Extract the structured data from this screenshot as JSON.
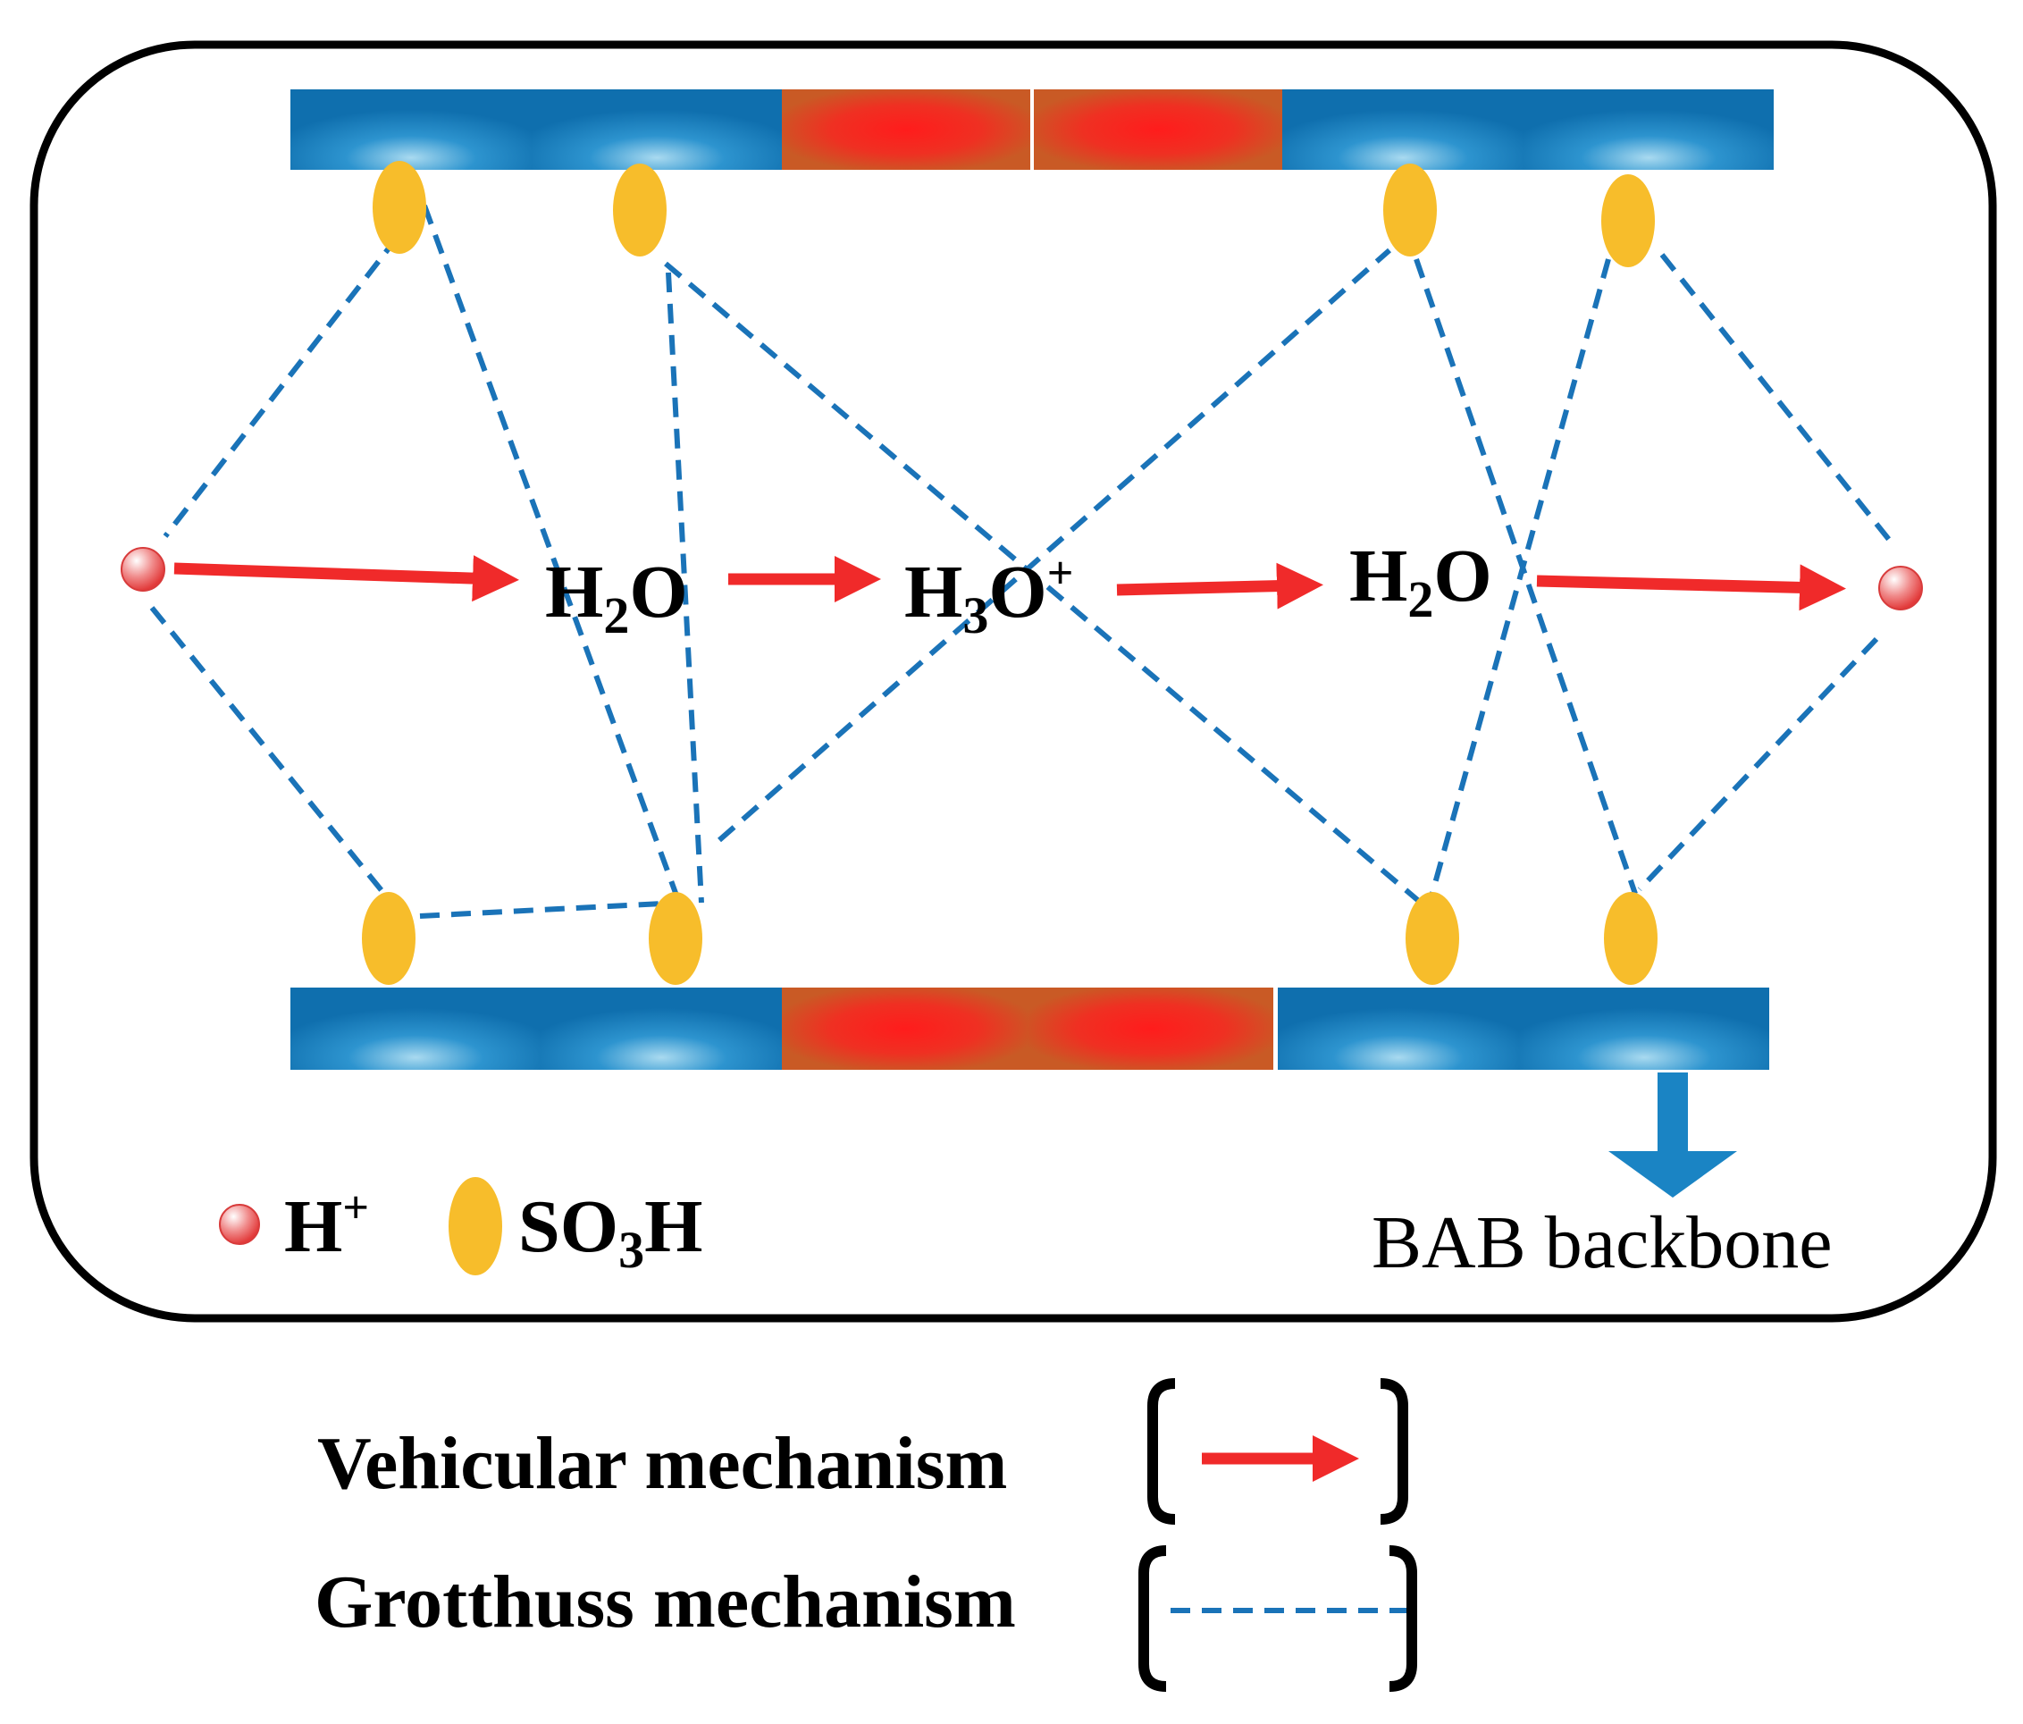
{
  "diagram": {
    "species": {
      "h2o_left": {
        "main": "H",
        "sub": "2",
        "tail": "O"
      },
      "h3o": {
        "main": "H",
        "sub": "3",
        "tail": "O",
        "sup": "+"
      },
      "h2o_right": {
        "main": "H",
        "sub": "2",
        "tail": "O"
      }
    },
    "legend_inside": {
      "proton": {
        "main": "H",
        "sup": "+"
      },
      "sulfonic": {
        "main": "SO",
        "sub": "3",
        "tail": "H"
      },
      "backbone_label": "BAB backbone"
    },
    "mechanisms": {
      "vehicular_label": "Vehicular mechanism",
      "grotthuss_label": "Grotthuss mechanism"
    },
    "colors": {
      "vehicular_arrow": "#f02a2a",
      "grotthuss_line": "#1a73b8",
      "sulfonic_group": "#f7bd2b",
      "hydrophilic_segment": "#1a84c4",
      "hydrophobic_segment": "#e8281c",
      "frame": "#000000"
    }
  }
}
